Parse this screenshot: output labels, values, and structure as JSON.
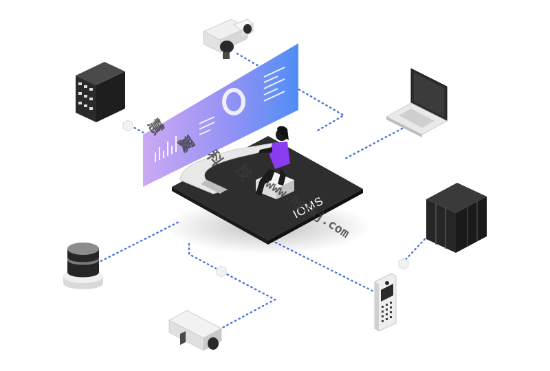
{
  "platform": {
    "label": "IOMS"
  },
  "watermark": {
    "brand_chars": [
      "慧",
      "翼",
      "科",
      "技"
    ],
    "url": "www.hyikj.com"
  },
  "colors": {
    "link": "#4a73d6",
    "panel_start": "#c9a5f2",
    "panel_end": "#4f8ef5",
    "platform_top": "#2e2e2e",
    "person_shirt": "#8a3df0"
  },
  "devices": [
    {
      "id": "storage-rack",
      "icon": "server-rack-icon"
    },
    {
      "id": "dome-camera",
      "icon": "ptz-camera-icon"
    },
    {
      "id": "laptop",
      "icon": "laptop-icon"
    },
    {
      "id": "nvr-cluster",
      "icon": "nvr-server-icon"
    },
    {
      "id": "intercom-panel",
      "icon": "door-intercom-icon"
    },
    {
      "id": "bullet-camera",
      "icon": "bullet-camera-icon"
    },
    {
      "id": "alarm-beacon",
      "icon": "alarm-siren-icon"
    }
  ]
}
